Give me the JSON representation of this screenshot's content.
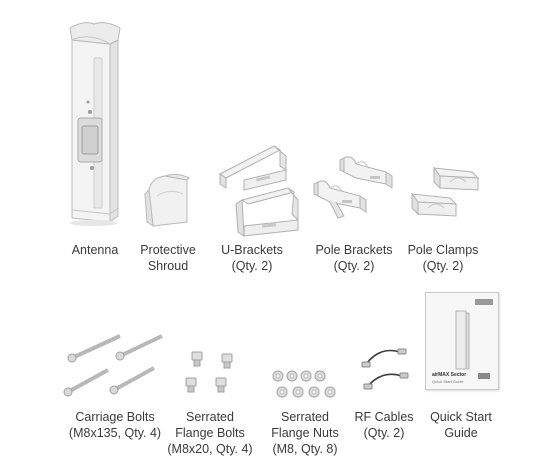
{
  "items": [
    {
      "key": "antenna",
      "lines": [
        "Antenna"
      ]
    },
    {
      "key": "shroud",
      "lines": [
        "Protective",
        "Shroud"
      ]
    },
    {
      "key": "ubrackets",
      "lines": [
        "U-Brackets",
        "(Qty. 2)"
      ]
    },
    {
      "key": "polebrackets",
      "lines": [
        "Pole Brackets",
        "(Qty. 2)"
      ]
    },
    {
      "key": "poleclamps",
      "lines": [
        "Pole Clamps",
        "(Qty. 2)"
      ]
    },
    {
      "key": "carriagebolts",
      "lines": [
        "Carriage Bolts",
        "(M8x135, Qty. 4)"
      ]
    },
    {
      "key": "flangebolts",
      "lines": [
        "Serrated",
        "Flange Bolts",
        "(M8x20, Qty. 4)"
      ]
    },
    {
      "key": "flangenuts",
      "lines": [
        "Serrated",
        "Flange Nuts",
        "(M8, Qty. 8)"
      ]
    },
    {
      "key": "rfcables",
      "lines": [
        "RF Cables",
        "(Qty. 2)"
      ]
    },
    {
      "key": "quickstart",
      "lines": [
        "Quick Start",
        "Guide"
      ]
    }
  ],
  "guide_cover": {
    "brand": "airMAX Sector",
    "subtitle": "Quick Start Guide"
  },
  "colors": {
    "part_fill": "#f2f2f2",
    "part_stroke": "#b5b5b5",
    "shadow": "#d9d9d9",
    "metal": "#a8a8a8"
  }
}
